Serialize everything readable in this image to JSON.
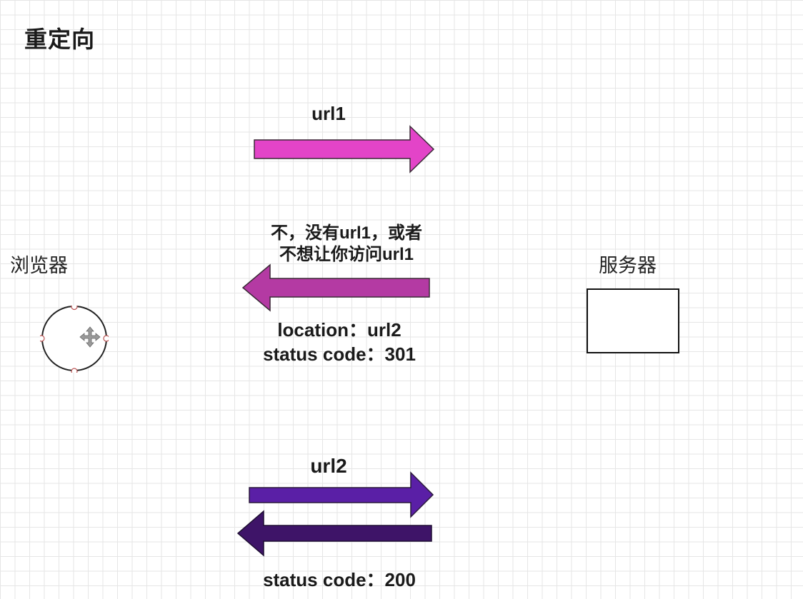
{
  "title": "重定向",
  "browser": {
    "label": "浏览器"
  },
  "server": {
    "label": "服务器"
  },
  "messages": {
    "request1": {
      "label": "url1",
      "color": "#e344c8",
      "direction": "right"
    },
    "response1": {
      "lines": [
        "不，没有url1，或者",
        "不想让你访问url1"
      ],
      "location_line": "location：url2",
      "status_line": "status code：301",
      "color": "#b43aa3",
      "direction": "left"
    },
    "request2": {
      "label": "url2",
      "color": "#5a1fa6",
      "direction": "right"
    },
    "response2": {
      "status_line": "status code：200",
      "color": "#3e1468",
      "direction": "left"
    }
  },
  "icons": {
    "browser_shape": "circle-with-handles",
    "move_cursor": "move-cursor-icon"
  }
}
